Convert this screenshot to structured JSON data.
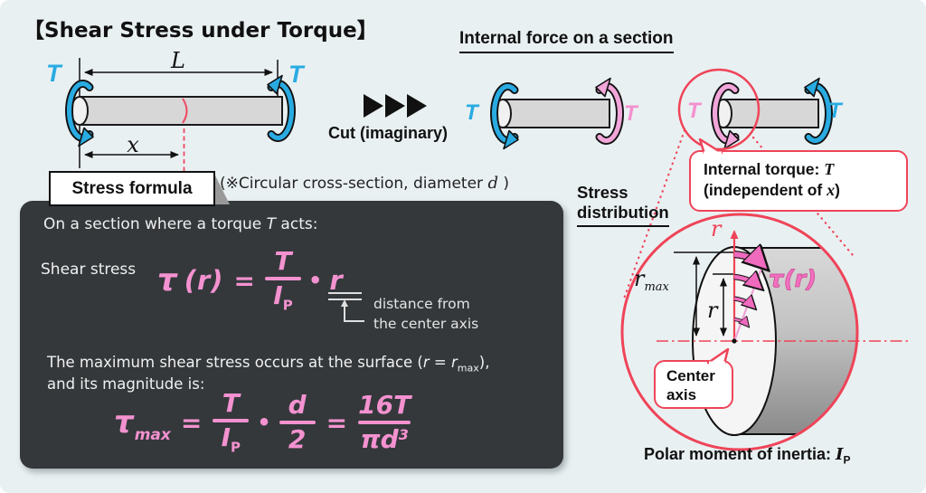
{
  "title": "【Shear Stress under Torque】",
  "colors": {
    "accent_cyan": "#29ABE2",
    "accent_pink": "#F492D0",
    "accent_red": "#EF4458",
    "panel_bg": "#34383B",
    "page_bg": "#E9F0F2"
  },
  "left_diagram": {
    "t_left": "T",
    "t_right": "T",
    "length_label": "L",
    "position_label": "x"
  },
  "cut": {
    "label": "Cut (imaginary)"
  },
  "section_heading": {
    "label": "Internal force on a section"
  },
  "piece1": {
    "t_left": "T",
    "t_right": "T"
  },
  "piece2": {
    "t_left": "T",
    "t_right": "T"
  },
  "torque_bubble": {
    "line1_prefix": "Internal torque: ",
    "line1_var": "T",
    "line2_prefix": "(independent of ",
    "line2_var": "x",
    "line2_suffix": ")"
  },
  "stress_box": {
    "label": "Stress formula"
  },
  "note": {
    "prefix": "(※Circular cross-section, diameter ",
    "var": "d",
    "suffix": " )"
  },
  "panel": {
    "intro_prefix": "On a section where a torque ",
    "intro_var": "T",
    "intro_suffix": " acts:",
    "shear_label": "Shear stress",
    "f1": {
      "tau": "τ",
      "arg": "(r)",
      "eq": "=",
      "num": "T",
      "den": "I",
      "den_sub": "P",
      "dot": "•",
      "radius": "r"
    },
    "annot": {
      "line1": "distance from",
      "line2": "the center axis"
    },
    "max": {
      "line1_prefix": "The maximum shear stress occurs at the surface (",
      "var1": "r",
      "eq": " = ",
      "var2": "r",
      "sub": "max",
      "line1_suffix": "),",
      "line2": "and its magnitude is:"
    },
    "f2": {
      "tau": "τ",
      "tau_sub": "max",
      "eq1": "=",
      "num1": "T",
      "den1": "I",
      "den1_sub": "P",
      "dot": "•",
      "num2": "d",
      "den2": "2",
      "eq2": "=",
      "num3": "16T",
      "den3": "πd",
      "den3_sup": "3"
    }
  },
  "distribution": {
    "label_line1": "Stress",
    "label_line2": "distribution"
  },
  "magnifier": {
    "axis_label": "r",
    "rmax_base": "r",
    "rmax_sub": "max",
    "r_label": "r",
    "tau_label": "τ(r)"
  },
  "center_bubble": {
    "line1": "Center",
    "line2": "axis"
  },
  "polar": {
    "prefix": "Polar moment of inertia: ",
    "var": "I",
    "sub": "P"
  }
}
